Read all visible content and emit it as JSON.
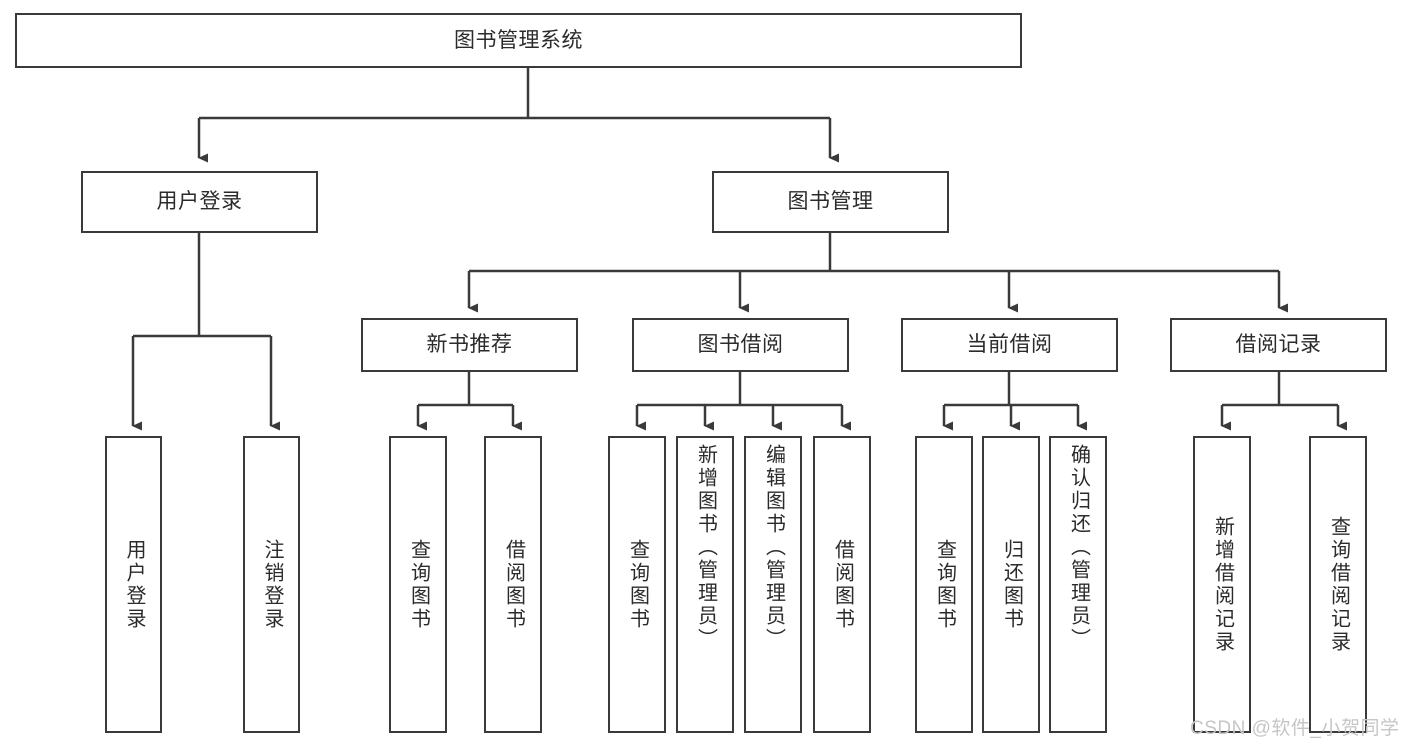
{
  "diagram": {
    "type": "tree-hierarchy",
    "title": "图书管理系统",
    "colors": {
      "box_border": "#3a3a3a",
      "box_fill": "#ffffff",
      "connector": "#3a3a3a",
      "text": "#2b2b2b",
      "watermark": "#c6c6c6",
      "background": "#ffffff"
    },
    "root": {
      "label": "图书管理系统"
    },
    "level1": [
      {
        "label": "用户登录"
      },
      {
        "label": "图书管理"
      }
    ],
    "level2": [
      {
        "label": "新书推荐"
      },
      {
        "label": "图书借阅"
      },
      {
        "label": "当前借阅"
      },
      {
        "label": "借阅记录"
      }
    ],
    "leaves": {
      "user_login": [
        {
          "label": "用户登录"
        },
        {
          "label": "注销登录"
        }
      ],
      "new_book_recommend": [
        {
          "label": "查询图书"
        },
        {
          "label": "借阅图书"
        }
      ],
      "book_borrow": [
        {
          "label": "查询图书"
        },
        {
          "label": "新增图书（管理员）"
        },
        {
          "label": "编辑图书（管理员）"
        },
        {
          "label": "借阅图书"
        }
      ],
      "current_borrow": [
        {
          "label": "查询图书"
        },
        {
          "label": "归还图书"
        },
        {
          "label": "确认归还（管理员）"
        }
      ],
      "borrow_record": [
        {
          "label": "新增借阅记录"
        },
        {
          "label": "查询借阅记录"
        }
      ]
    }
  },
  "watermark": {
    "text": "CSDN @软件_小贺同学"
  }
}
